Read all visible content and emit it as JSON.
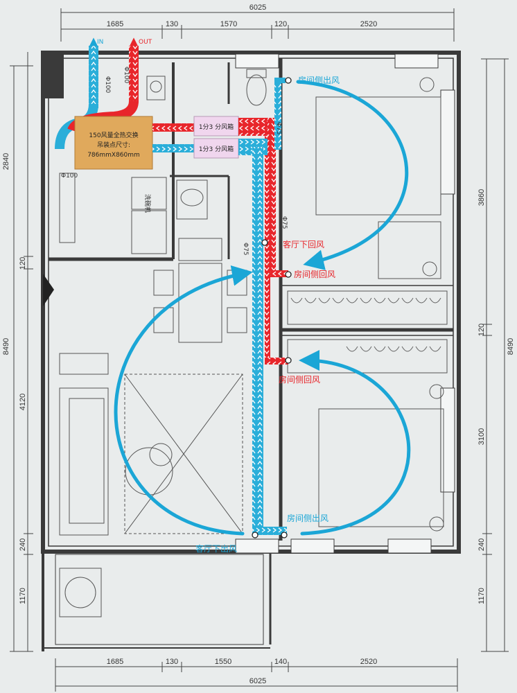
{
  "dimensions": {
    "top_total": "6025",
    "top_segments": [
      "1685",
      "130",
      "1570",
      "120",
      "2520"
    ],
    "bottom_segments": [
      "1685",
      "130",
      "1550",
      "140",
      "2520"
    ],
    "bottom_total": "6025",
    "left": [
      "2840",
      "120",
      "8490",
      "4120",
      "240",
      "1170"
    ],
    "right": [
      "3860",
      "120",
      "8490",
      "3100",
      "240",
      "1170"
    ]
  },
  "pipes": {
    "in_label": "IN",
    "out_label": "OUT",
    "phi100_a": "Φ100",
    "phi100_b": "Φ100",
    "phi100_c": "Φ100",
    "phi75_a": "Φ75",
    "phi75_b": "Φ75",
    "phi75_c": "Φ75"
  },
  "unit": {
    "line1": "150风量全热交换",
    "line2": "吊装点尺寸:",
    "line3": "786mmX860mm"
  },
  "boxes": {
    "top": "1分3 分风箱",
    "bottom": "1分3 分风箱"
  },
  "appliance": "洗碗机",
  "labels": {
    "room_out_top": "房间侧出风",
    "living_return": "客厅下回风",
    "room_return_upper": "房间侧回风",
    "room_return_lower": "房间侧回风",
    "room_out_bottom": "房间侧出风",
    "living_out": "客厅下出风"
  },
  "colors": {
    "fresh_air": "#1ba6d6",
    "exhaust_air": "#e8262b",
    "unit_fill": "#e0a95c",
    "box_fill": "#f0d6ee"
  }
}
